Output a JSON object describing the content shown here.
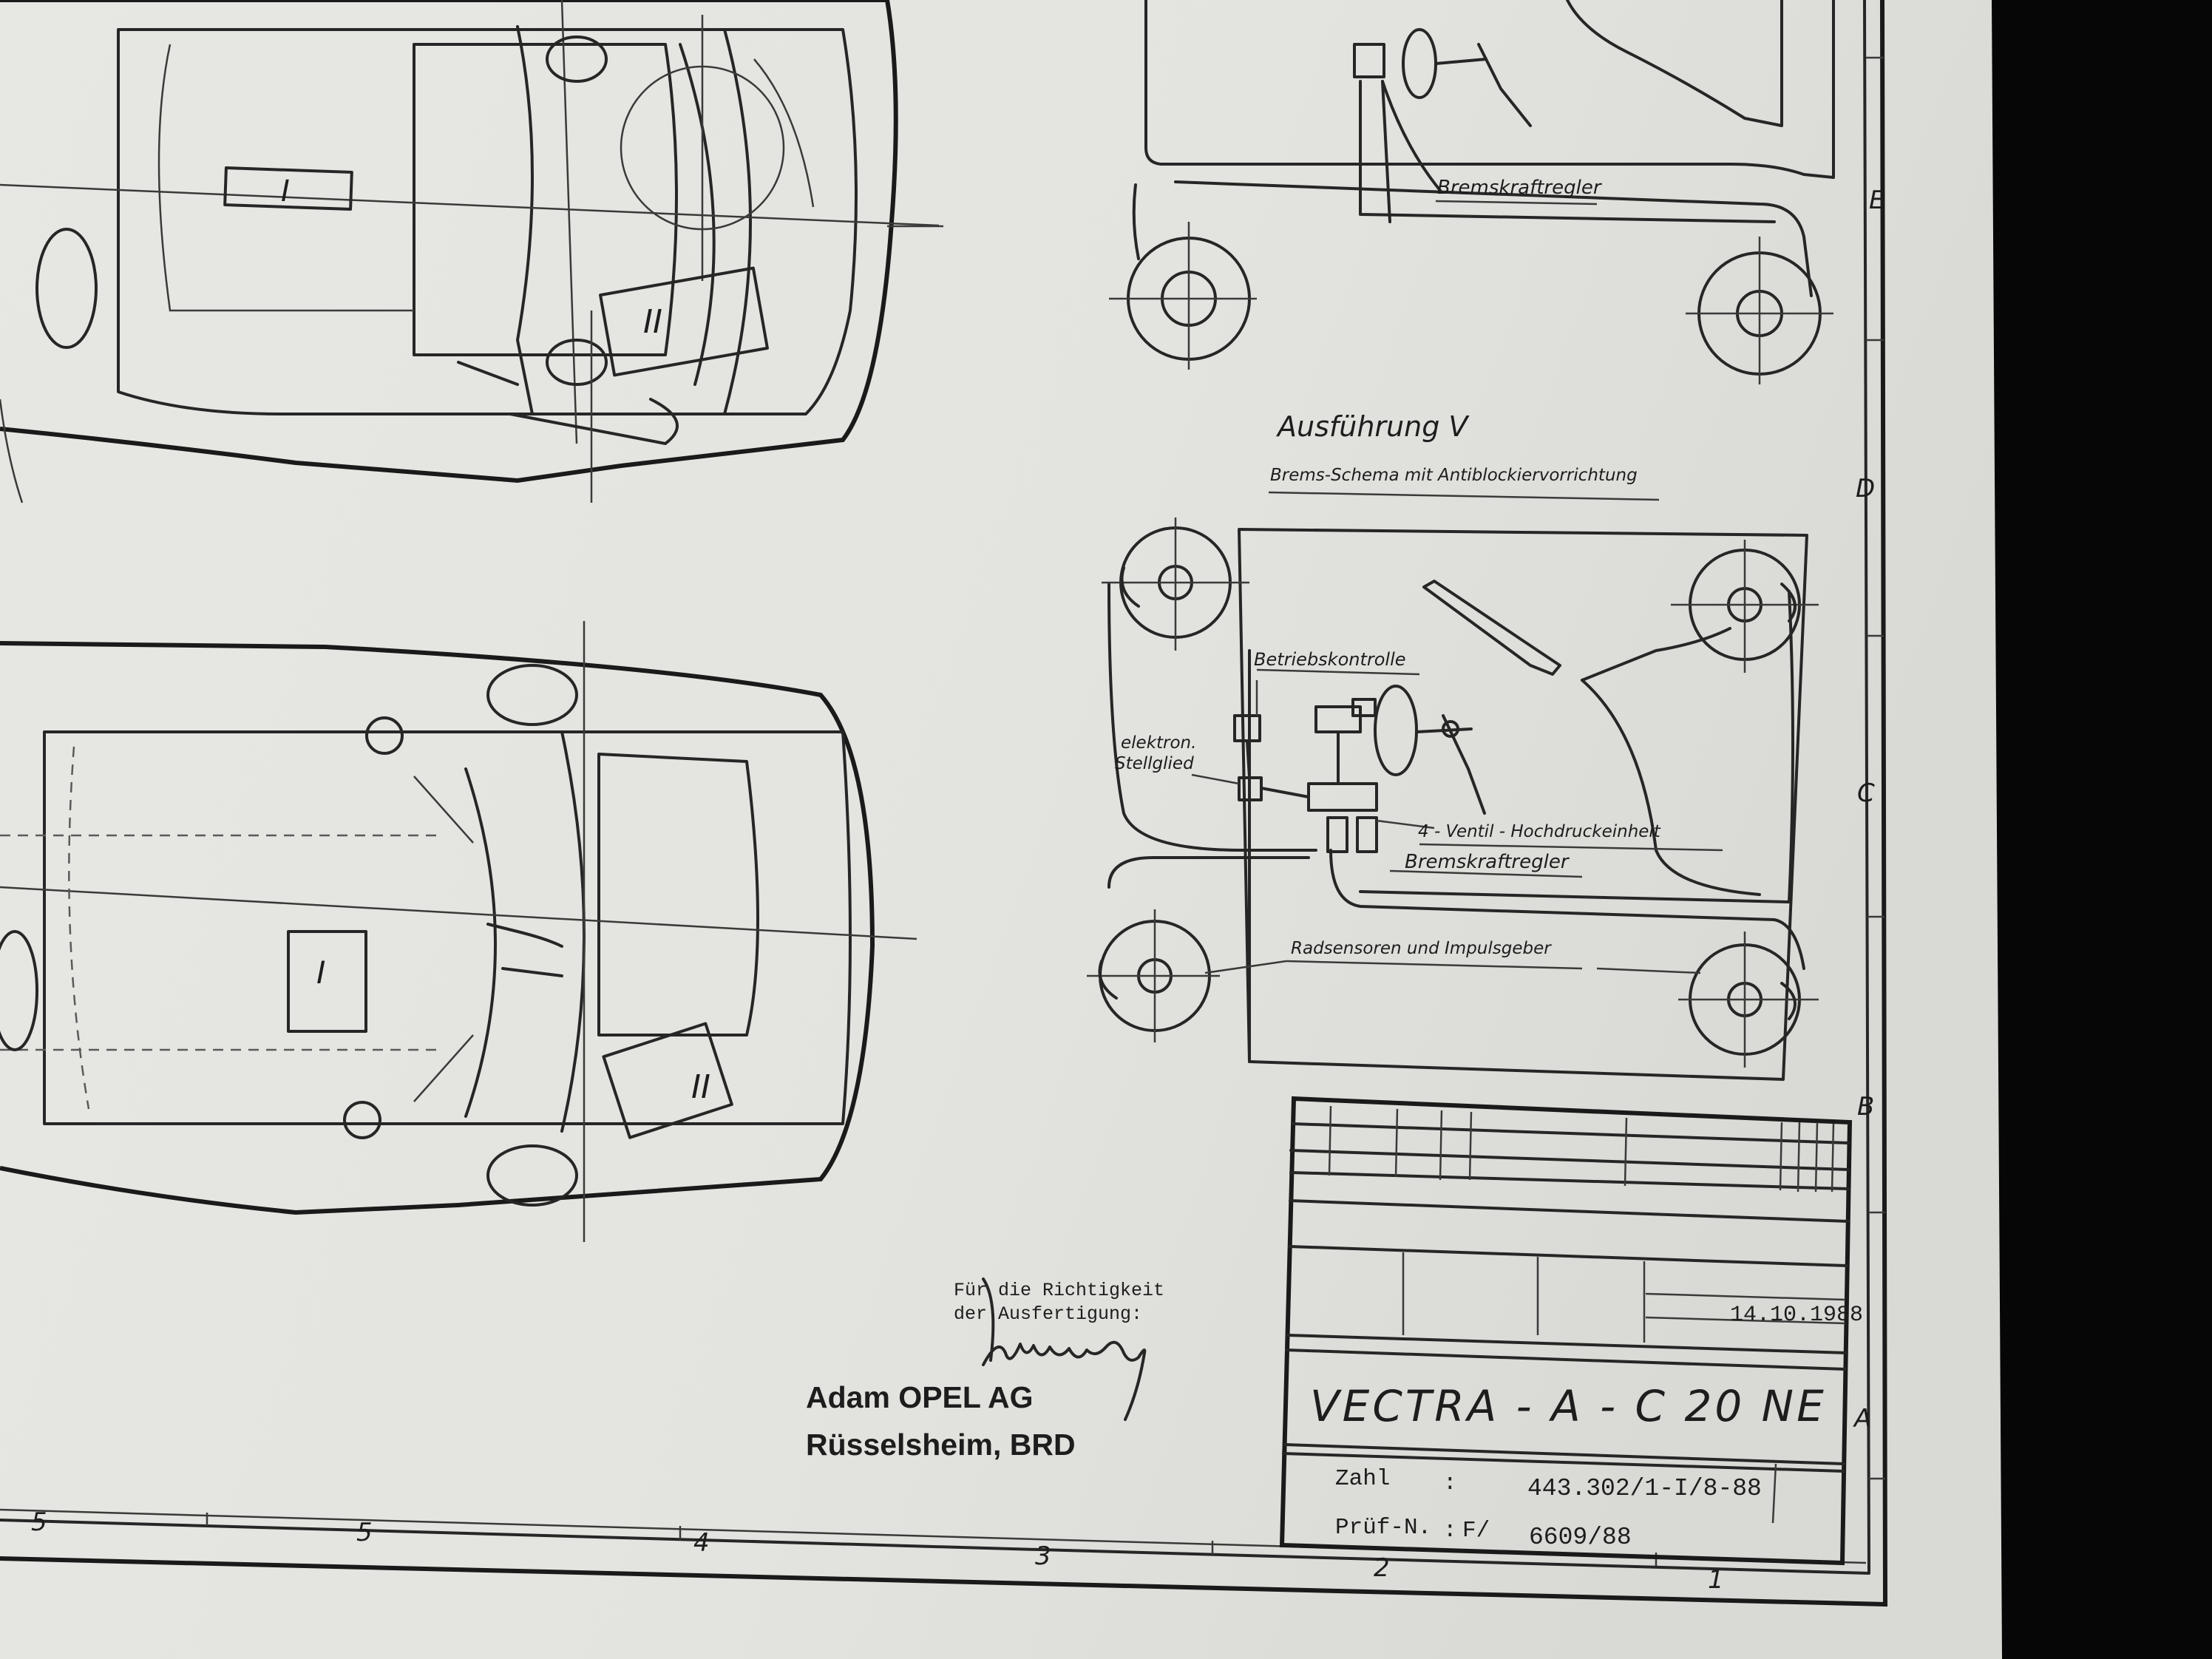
{
  "diagram_labels": {
    "brake_regulator_top": "Bremskraftregler",
    "variant_title": "Ausführung V",
    "variant_subtitle": "Brems-Schema mit Antiblockiervorrichtung",
    "operation_check": "Betriebskontrolle",
    "actuator_line1": "elektron.",
    "actuator_line2": "Stellglied",
    "valve_unit": "4 - Ventil - Hochdruckeinheit",
    "brake_regulator": "Bremskraftregler",
    "wheel_sensors": "Radsensoren und Impulsgeber",
    "part_I": "I",
    "part_II": "II"
  },
  "border_zones": {
    "right": [
      "E",
      "D",
      "C",
      "B",
      "A"
    ],
    "bottom": [
      "5",
      "5",
      "4",
      "3",
      "2",
      "1"
    ]
  },
  "certification": {
    "line1": "Für die Richtigkeit",
    "line2": "der Ausfertigung:",
    "company": "Adam OPEL AG",
    "location": "Rüsselsheim, BRD"
  },
  "title_block": {
    "tested_date": "14.10.1988",
    "drawing_title": "VECTRA - A - C 20 NE",
    "zahl_label": "Zahl",
    "zahl_value": "443.302/1-I/8-88",
    "pruef_label": "Prüf-N.",
    "pruef_prefix": "F/",
    "pruef_value": "6609/88",
    "colon": ":"
  },
  "colors": {
    "paper": "#e6e6e2",
    "ink": "#1d1d1d",
    "background": "#060606"
  }
}
